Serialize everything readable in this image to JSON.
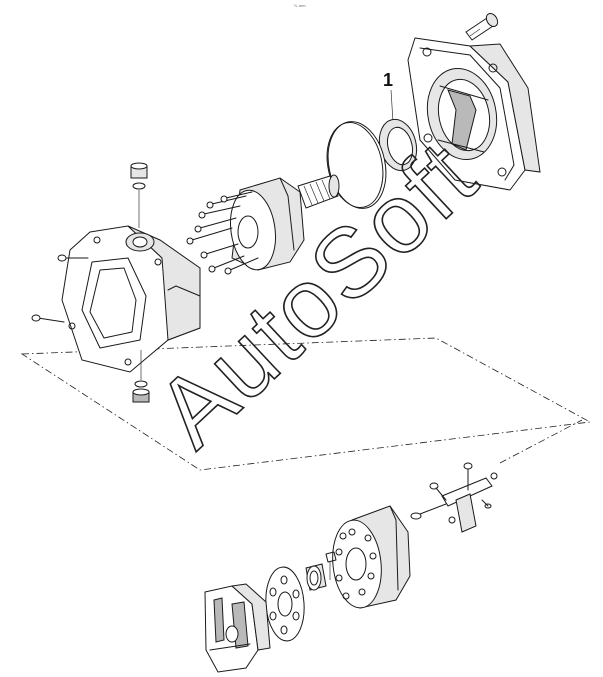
{
  "header": {
    "tiny_text": "*L.mm"
  },
  "callouts": [
    {
      "label": "1"
    }
  ],
  "watermark": {
    "text": "AutoSoft"
  }
}
